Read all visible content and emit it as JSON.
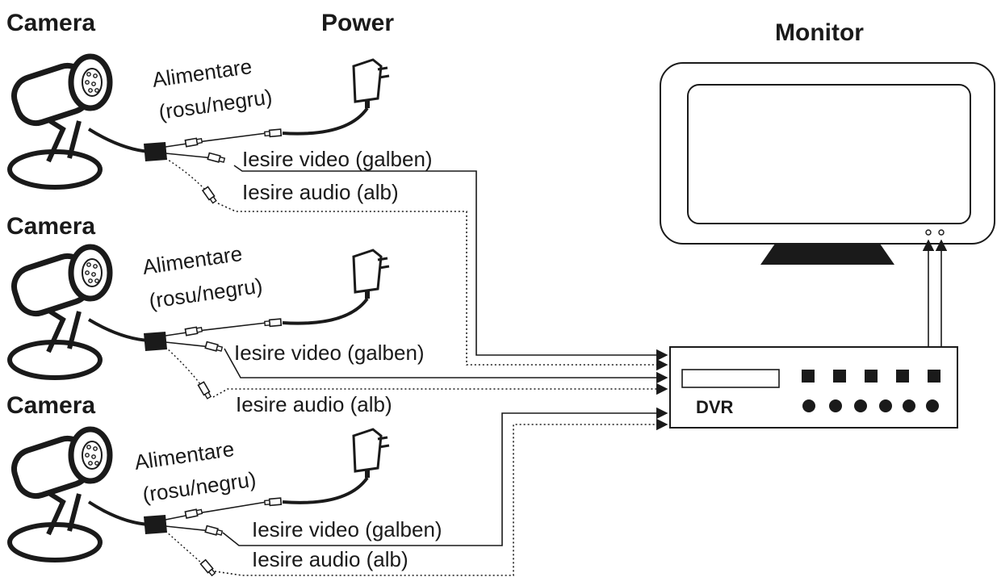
{
  "labels": {
    "camera": "Camera",
    "power": "Power",
    "monitor": "Monitor",
    "dvr": "DVR",
    "power_line_1": "Alimentare",
    "power_line_2": "(rosu/negru)",
    "video_out": "Iesire video (galben)",
    "audio_out": "Iesire audio (alb)"
  },
  "icons": [
    "camera-icon",
    "power-adapter-icon",
    "monitor-icon",
    "dvr-icon",
    "rca-connector-icon",
    "arrow-icon"
  ],
  "colors": {
    "ink": "#1a1a1a",
    "background": "#ffffff"
  }
}
